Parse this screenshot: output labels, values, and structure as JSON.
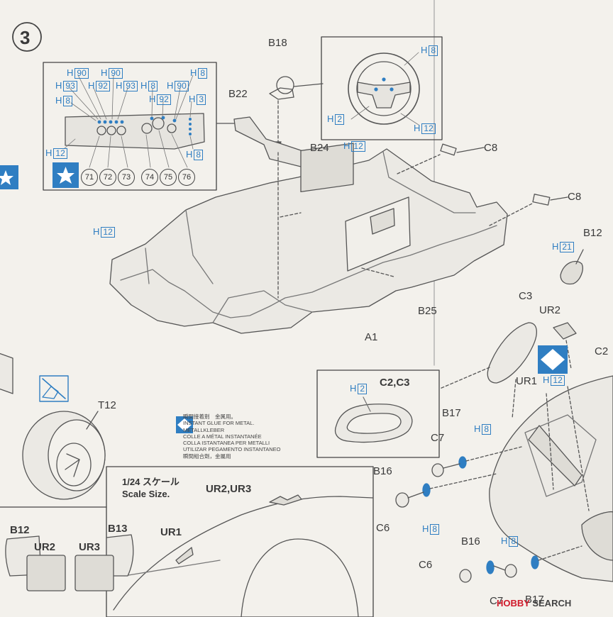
{
  "step": {
    "number": "3"
  },
  "panel": {
    "paint_codes": [
      "90",
      "90",
      "93",
      "92",
      "93",
      "8",
      "92",
      "90",
      "8",
      "3",
      "8",
      "12",
      "8"
    ],
    "callouts": [
      "71",
      "72",
      "73",
      "74",
      "75",
      "76"
    ]
  },
  "parts": {
    "b18": "B18",
    "b22": "B22",
    "b24": "B24",
    "b25": "B25",
    "a1": "A1",
    "c8a": "C8",
    "c8b": "C8",
    "b12": "B12",
    "c3": "C3",
    "ur2": "UR2",
    "c2": "C2",
    "ur1": "UR1",
    "c2c3": "C2,C3",
    "b17": "B17",
    "c7": "C7",
    "b16": "B16",
    "c6": "C6",
    "t12": "T12",
    "b16b": "B16",
    "c6b": "C6",
    "c7b": "C7",
    "b17b": "B17"
  },
  "paint": {
    "wheel_top": "8",
    "wheel_left": "2",
    "wheel_bottom": "12",
    "b24": "12",
    "tub": "12",
    "b12": "21",
    "ur1": "12",
    "c2c3": "2",
    "b17": "8",
    "b16": "8",
    "b16b": "8"
  },
  "paint_prefix": "H",
  "glue_notes": [
    "瞬間接着剤　金属用。",
    "INSTANT GLUE FOR METAL.",
    "METALLKLEBER",
    "COLLE A MÉTAL INSTANTANÉE",
    "COLLA ISTANTANEA PER METALLI",
    "UTILIZAR PEGAMENTO INSTANTANEO",
    "瞬間組合劑，金屬用"
  ],
  "scale": {
    "ja": "1/24 スケール",
    "en": "Scale Size."
  },
  "inset": {
    "urs": "UR2,UR3",
    "ur1": "UR1",
    "b12": "B12",
    "b13": "B13",
    "ur2": "UR2",
    "ur3": "UR3"
  },
  "watermark": {
    "brand": "HOBBY",
    "word": "SEARCH"
  },
  "colors": {
    "paint_blue": "#2f7ec2",
    "ink": "#444444",
    "paper": "#f3f1ec",
    "watermark_red": "#d0192a"
  }
}
